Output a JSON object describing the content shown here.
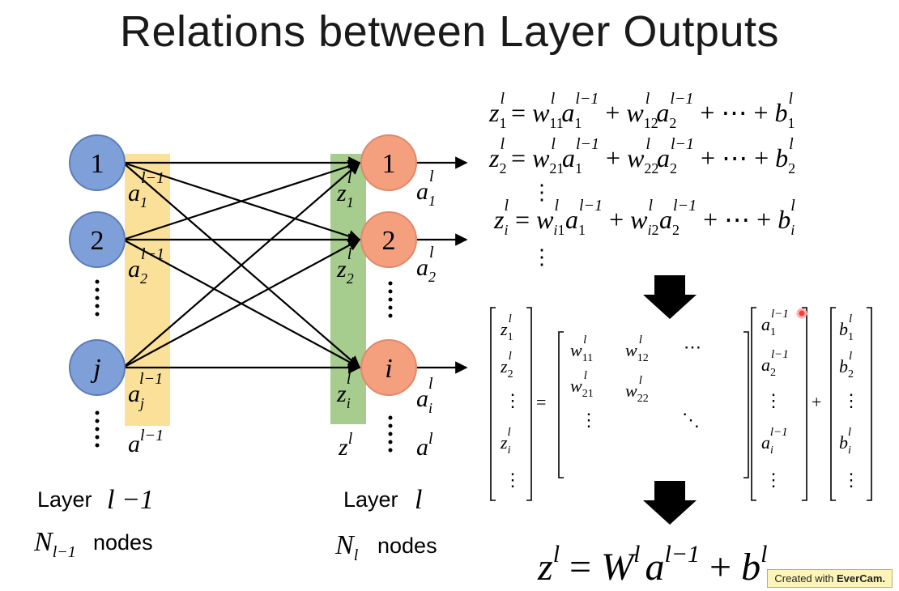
{
  "title": "Relations between Layer Outputs",
  "left_layer": {
    "caption": "Layer",
    "nodes_word": "nodes",
    "node_labels": [
      "1",
      "2",
      "j"
    ]
  },
  "right_layer": {
    "caption": "Layer",
    "nodes_word": "nodes",
    "node_labels": [
      "1",
      "2",
      "i"
    ]
  },
  "colors": {
    "left_node": "#7f9fd8",
    "right_node": "#f4a07f",
    "left_band": "#fbe09a",
    "right_band": "#a6cc8e"
  },
  "icons": [
    "down-arrow-icon",
    "down-arrow-icon"
  ],
  "footer": {
    "evercam_prefix": "Created with",
    "evercam_brand": "EverCam."
  }
}
